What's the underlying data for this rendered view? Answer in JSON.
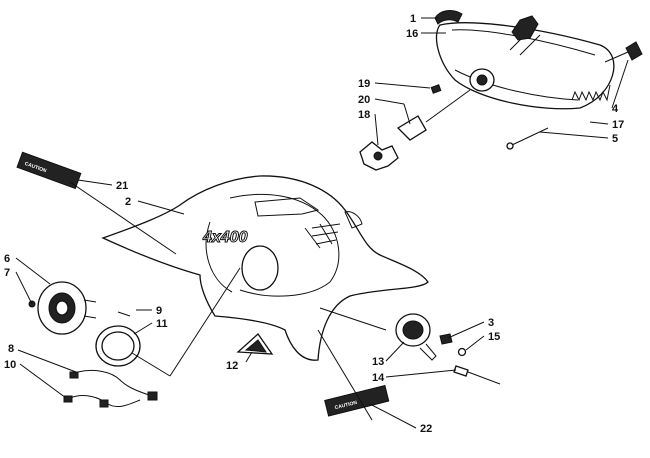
{
  "callouts": [
    {
      "id": "1",
      "label": "1"
    },
    {
      "id": "2",
      "label": "2"
    },
    {
      "id": "3",
      "label": "3"
    },
    {
      "id": "4",
      "label": "4"
    },
    {
      "id": "5",
      "label": "5"
    },
    {
      "id": "6",
      "label": "6"
    },
    {
      "id": "7",
      "label": "7"
    },
    {
      "id": "8",
      "label": "8"
    },
    {
      "id": "9",
      "label": "9"
    },
    {
      "id": "10",
      "label": "10"
    },
    {
      "id": "11",
      "label": "11"
    },
    {
      "id": "12",
      "label": "12"
    },
    {
      "id": "13",
      "label": "13"
    },
    {
      "id": "14",
      "label": "14"
    },
    {
      "id": "15",
      "label": "15"
    },
    {
      "id": "16",
      "label": "16"
    },
    {
      "id": "17",
      "label": "17"
    },
    {
      "id": "18",
      "label": "18"
    },
    {
      "id": "19",
      "label": "19"
    },
    {
      "id": "20",
      "label": "20"
    },
    {
      "id": "21",
      "label": "21"
    },
    {
      "id": "22",
      "label": "22"
    }
  ],
  "hood_logo": "4x400",
  "decals": {
    "caution_left": "CAUTION",
    "caution_right": "CAUTION"
  }
}
